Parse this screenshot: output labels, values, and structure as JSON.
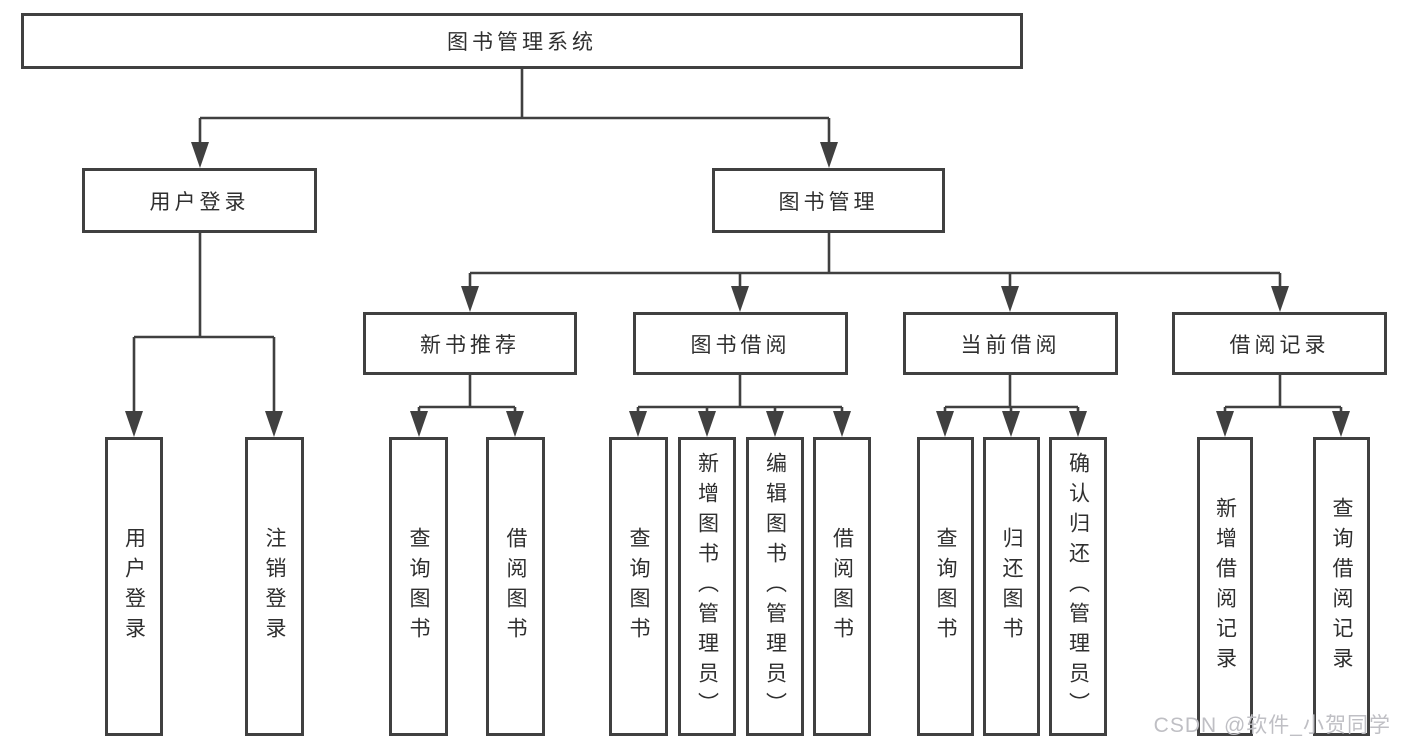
{
  "diagram": {
    "title": "图书管理系统",
    "level2": {
      "user_login": "用户登录",
      "book_mgmt": "图书管理"
    },
    "level3": {
      "new_books": "新书推荐",
      "book_borrow": "图书借阅",
      "current_borrow": "当前借阅",
      "borrow_records": "借阅记录"
    },
    "leaves": {
      "user_login": [
        "用户登录",
        "注销登录"
      ],
      "new_books": [
        "查询图书",
        "借阅图书"
      ],
      "book_borrow": [
        "查询图书",
        "新增图书（管理员）",
        "编辑图书（管理员）",
        "借阅图书"
      ],
      "current_borrow": [
        "查询图书",
        "归还图书",
        "确认归还（管理员）"
      ],
      "borrow_records": [
        "新增借阅记录",
        "查询借阅记录"
      ]
    }
  },
  "watermark": "CSDN @软件_小贺同学",
  "colors": {
    "line": "#404040",
    "text": "#2f2f2f",
    "watermark": "#bfbfc4",
    "background": "#ffffff"
  }
}
